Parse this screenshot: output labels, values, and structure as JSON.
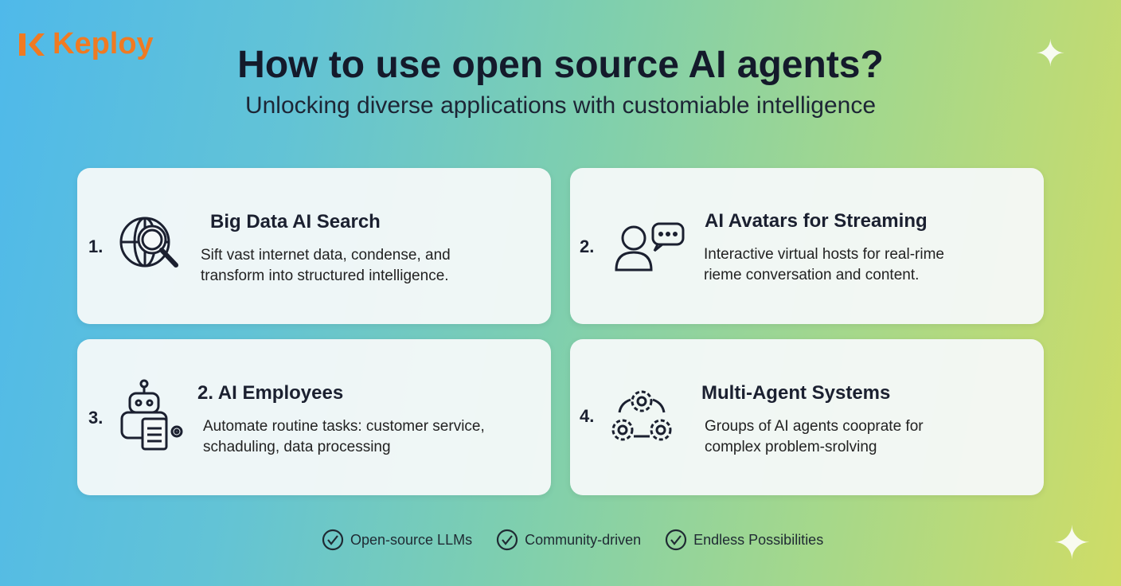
{
  "brand": "Keploy",
  "title": "How to use open source AI agents?",
  "subtitle": "Unlocking diverse applications with customiable intelligence",
  "cards": [
    {
      "number": "1.",
      "title": "Big Data AI Search",
      "desc": [
        "Sift vast internet data, condense, and",
        "transform into structured intelligence."
      ],
      "icon": "globe-search-icon"
    },
    {
      "number": "2.",
      "title": "AI Avatars for Streaming",
      "desc": [
        "Interactive virtual hosts for real-rime",
        "rieme conversation and content."
      ],
      "icon": "avatar-chat-icon"
    },
    {
      "number": "3.",
      "title": "2. AI Employees",
      "desc": [
        "Automate routine tasks: customer service,",
        "schaduling, data processing"
      ],
      "icon": "robot-clipboard-icon"
    },
    {
      "number": "4.",
      "title": "Multi-Agent Systems",
      "desc": [
        "Groups of AI agents cooprate for",
        "complex problem-srolving"
      ],
      "icon": "gears-icon"
    }
  ],
  "features": [
    "Open-source LLMs",
    "Community-driven",
    "Endless Possibilities"
  ],
  "colors": {
    "brand": "#f07a22",
    "text": "#141a2b"
  }
}
